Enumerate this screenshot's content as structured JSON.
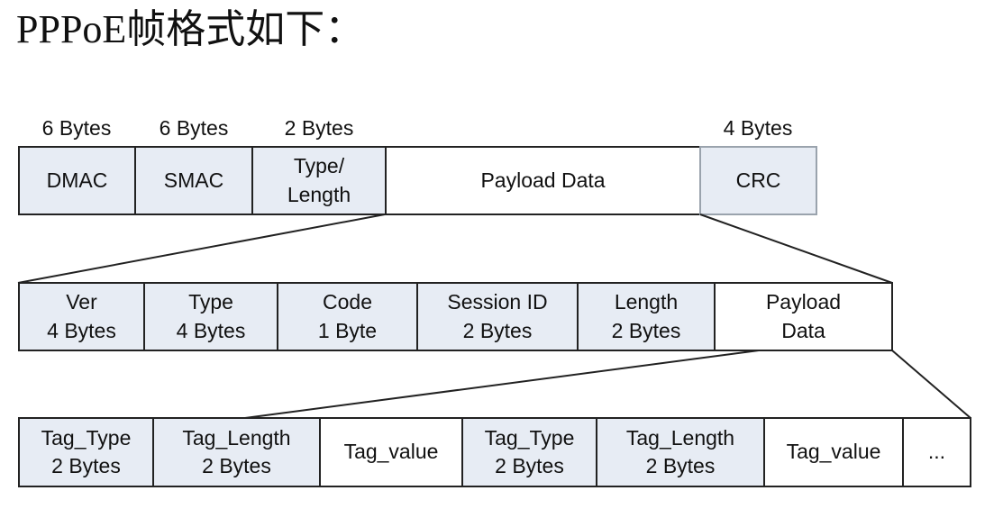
{
  "title": "PPPoE帧格式如下：",
  "frame": {
    "sizes": [
      "6 Bytes",
      "6 Bytes",
      "2 Bytes",
      "4 Bytes"
    ],
    "cells": [
      {
        "lines": [
          "DMAC"
        ]
      },
      {
        "lines": [
          "SMAC"
        ]
      },
      {
        "lines": [
          "Type/",
          "Length"
        ]
      },
      {
        "lines": [
          "Payload Data"
        ]
      },
      {
        "lines": [
          "CRC"
        ]
      }
    ]
  },
  "pppoe_header": {
    "cells": [
      {
        "lines": [
          "Ver",
          "4 Bytes"
        ]
      },
      {
        "lines": [
          "Type",
          "4 Bytes"
        ]
      },
      {
        "lines": [
          "Code",
          "1 Byte"
        ]
      },
      {
        "lines": [
          "Session ID",
          "2 Bytes"
        ]
      },
      {
        "lines": [
          "Length",
          "2 Bytes"
        ]
      },
      {
        "lines": [
          "Payload",
          "Data"
        ]
      }
    ]
  },
  "tags": {
    "cells": [
      {
        "lines": [
          "Tag_Type",
          "2 Bytes"
        ]
      },
      {
        "lines": [
          "Tag_Length",
          "2 Bytes"
        ]
      },
      {
        "lines": [
          "Tag_value"
        ]
      },
      {
        "lines": [
          "Tag_Type",
          "2 Bytes"
        ]
      },
      {
        "lines": [
          "Tag_Length",
          "2 Bytes"
        ]
      },
      {
        "lines": [
          "Tag_value"
        ]
      },
      {
        "lines": [
          "..."
        ]
      }
    ]
  }
}
